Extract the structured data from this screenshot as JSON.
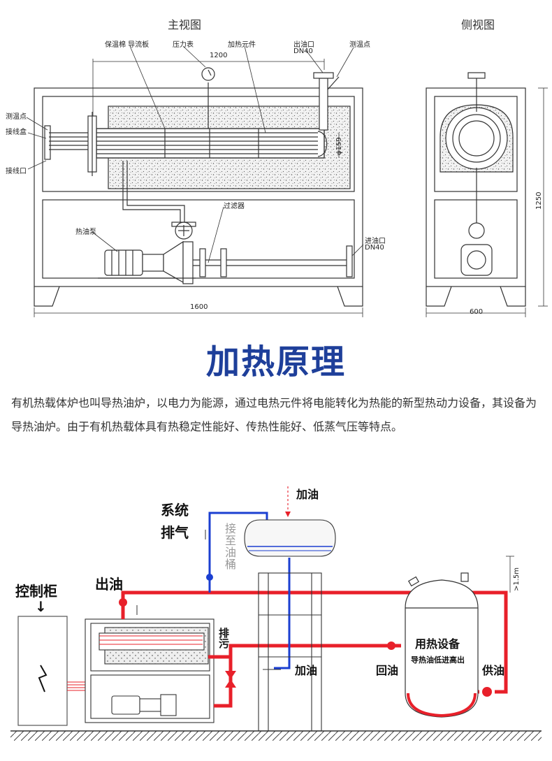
{
  "drawing": {
    "front_view_title": "主视图",
    "side_view_title": "侧视图",
    "labels": {
      "insulation": "保温棉 导流板",
      "pressure_gauge": "压力表",
      "heating_element": "加热元件",
      "outlet": "出油口",
      "outlet_size": "DN40",
      "temp_point_top": "测温点",
      "temp_point_left": "测温点",
      "junction_box": "接线盒",
      "wiring_port": "接线口",
      "filter": "过滤器",
      "oil_pump": "热油泵",
      "inlet": "进油口",
      "inlet_size": "DN40",
      "phi": "φ159"
    },
    "dims": {
      "top_width": "1200",
      "front_width": "1600",
      "side_width": "600",
      "side_height": "1250"
    }
  },
  "principle": {
    "title": "加热原理",
    "paragraph": "有机热载体炉也叫导热油炉，以电力为能源，通过电热元件将电能转化为热能的新型热动力设备，其设备为导热油炉。由于有机热载体具有热稳定性能好、传热性能好、低蒸气压等特点。"
  },
  "flow": {
    "add_oil_top": "加油",
    "system_vent_1": "系统",
    "system_vent_2": "排气",
    "connect_tank": "接至油桶",
    "control_cabinet": "控制柜",
    "control_arrow": "↓",
    "oil_out": "出油",
    "drain": "排污",
    "add_oil_bottom": "加油",
    "return_oil": "回油",
    "heat_equipment": "用热设备",
    "equipment_note": "导热油低进高出",
    "supply_oil": "供油",
    "height_note": ">1.5m",
    "colors": {
      "hot": "#e8202a",
      "cold": "#1b3fd1",
      "heading": "#1e3f9a"
    }
  }
}
